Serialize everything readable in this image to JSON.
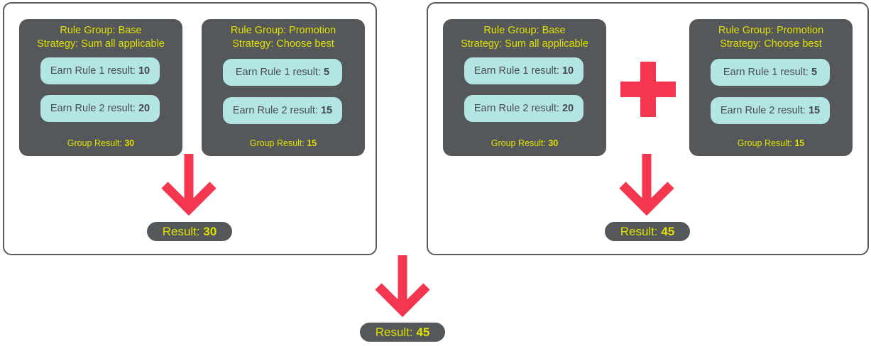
{
  "colors": {
    "group_bg": "#55585b",
    "text_yellow": "#dfe000",
    "rule_bg": "#b2e5e3",
    "arrow": "#f5364f",
    "border": "#5b5b5b"
  },
  "panels": [
    {
      "groups": [
        {
          "title": "Rule Group: Base",
          "strategy": "Strategy: Sum all applicable",
          "rules": [
            {
              "label": "Earn Rule 1 result: ",
              "value": "10"
            },
            {
              "label": "Earn Rule 2 result: ",
              "value": "20"
            }
          ],
          "group_result_label": "Group Result: ",
          "group_result": "30"
        },
        {
          "title": "Rule Group: Promotion",
          "strategy": "Strategy: Choose best",
          "rules": [
            {
              "label": "Earn Rule 1 result: ",
              "value": "5"
            },
            {
              "label": "Earn Rule 2 result: ",
              "value": "15"
            }
          ],
          "group_result_label": "Group Result: ",
          "group_result": "15"
        }
      ],
      "result_label": "Result: ",
      "result": "30",
      "operator": "none"
    },
    {
      "groups": [
        {
          "title": "Rule Group: Base",
          "strategy": "Strategy: Sum all applicable",
          "rules": [
            {
              "label": "Earn Rule 1 result: ",
              "value": "10"
            },
            {
              "label": "Earn Rule 2 result: ",
              "value": "20"
            }
          ],
          "group_result_label": "Group Result: ",
          "group_result": "30"
        },
        {
          "title": "Rule Group: Promotion",
          "strategy": "Strategy: Choose best",
          "rules": [
            {
              "label": "Earn Rule 1 result: ",
              "value": "5"
            },
            {
              "label": "Earn Rule 2 result: ",
              "value": "15"
            }
          ],
          "group_result_label": "Group Result: ",
          "group_result": "15"
        }
      ],
      "result_label": "Result: ",
      "result": "45",
      "operator": "plus-icon"
    }
  ],
  "final": {
    "result_label": "Result: ",
    "result": "45"
  }
}
